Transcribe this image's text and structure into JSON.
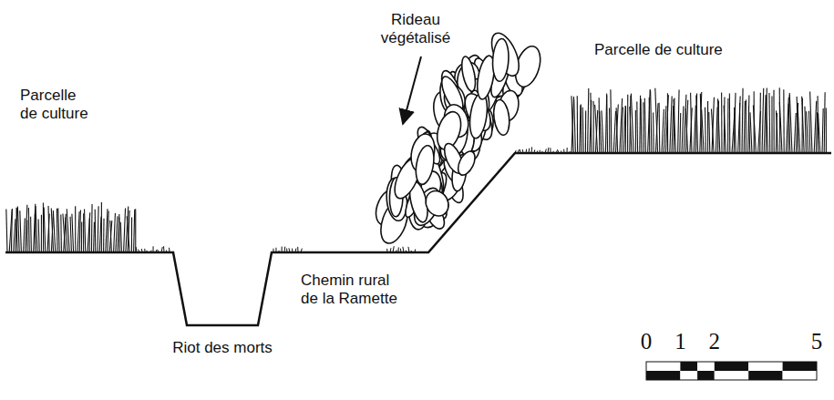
{
  "diagram": {
    "labels": [
      "Rideau végétalisé",
      "Parcelle de culture",
      "Parcelle de culture",
      "Chemin rural de la Ramette",
      "Riot des morts",
      "0",
      "1",
      "2",
      "5"
    ]
  }
}
